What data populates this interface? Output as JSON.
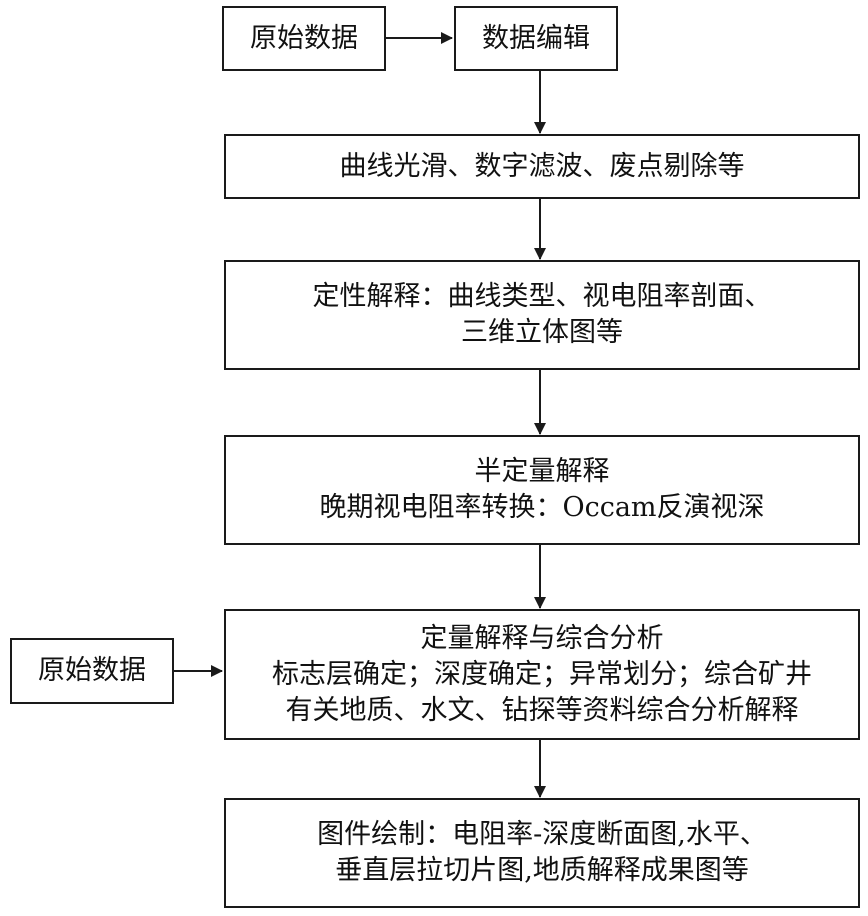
{
  "nodes": {
    "raw_data_top": {
      "lines": [
        "原始数据"
      ]
    },
    "data_edit": {
      "lines": [
        "数据编辑"
      ]
    },
    "smoothing": {
      "lines": [
        "曲线光滑、数字滤波、废点剔除等"
      ]
    },
    "qualitative": {
      "lines": [
        "定性解释：曲线类型、视电阻率剖面、",
        "三维立体图等"
      ]
    },
    "semi_quant": {
      "lines": [
        "半定量解释",
        "晚期视电阻率转换：Occam反演视深"
      ]
    },
    "quantitative": {
      "lines": [
        "定量解释与综合分析",
        "标志层确定；深度确定；异常划分；综合矿井",
        "有关地质、水文、钻探等资料综合分析解释"
      ]
    },
    "raw_data_left": {
      "lines": [
        "原始数据"
      ]
    },
    "drawing": {
      "lines": [
        "图件绘制：电阻率-深度断面图,水平、",
        "垂直层拉切片图,地质解释成果图等"
      ]
    }
  },
  "edges": [
    {
      "from": "raw_data_top",
      "to": "data_edit"
    },
    {
      "from": "data_edit",
      "to": "smoothing"
    },
    {
      "from": "smoothing",
      "to": "qualitative"
    },
    {
      "from": "qualitative",
      "to": "semi_quant"
    },
    {
      "from": "semi_quant",
      "to": "quantitative"
    },
    {
      "from": "raw_data_left",
      "to": "quantitative"
    },
    {
      "from": "quantitative",
      "to": "drawing"
    }
  ]
}
